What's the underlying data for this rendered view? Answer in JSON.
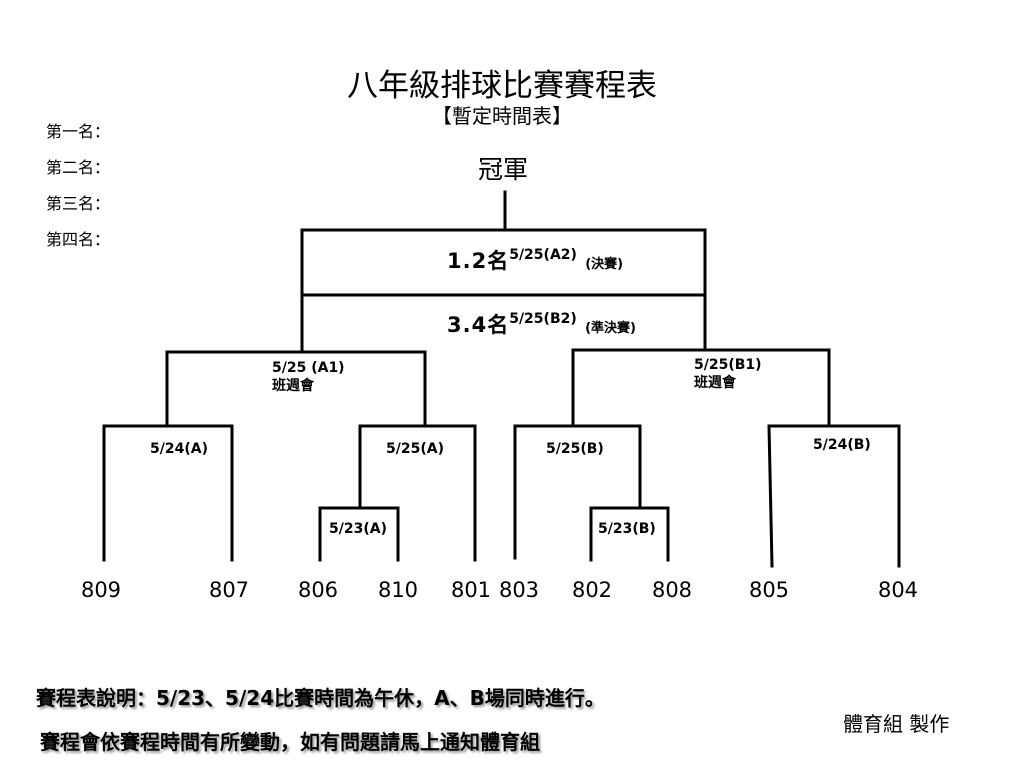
{
  "title": "八年級排球比賽賽程表",
  "subtitle": "【暫定時間表】",
  "rankings": [
    "第一名：",
    "第二名：",
    "第三名：",
    "第四名："
  ],
  "champion": "冠軍",
  "final": {
    "rank": "1.2名",
    "date": "5/25(A2)",
    "stage": "(決賽)"
  },
  "third_place": {
    "rank": "3.4名",
    "date": "5/25(B2)",
    "stage": "(準決賽)"
  },
  "semis": {
    "left": {
      "date": "5/25 (A1)",
      "venue": "班週會"
    },
    "right": {
      "date": "5/25(B1)",
      "venue": "班週會"
    }
  },
  "quarters": [
    "5/24(A)",
    "5/25(A)",
    "5/25(B)",
    "5/24(B)"
  ],
  "first_round": [
    "5/23(A)",
    "5/23(B)"
  ],
  "teams": [
    "809",
    "807",
    "806",
    "810",
    "801",
    "803",
    "802",
    "808",
    "805",
    "804"
  ],
  "notes": [
    "賽程表說明：5/23、5/24比賽時間為午休，A、B場同時進行。",
    "賽程會依賽程時間有所變動，如有問題請馬上通知體育組"
  ],
  "credit": "體育組 製作"
}
